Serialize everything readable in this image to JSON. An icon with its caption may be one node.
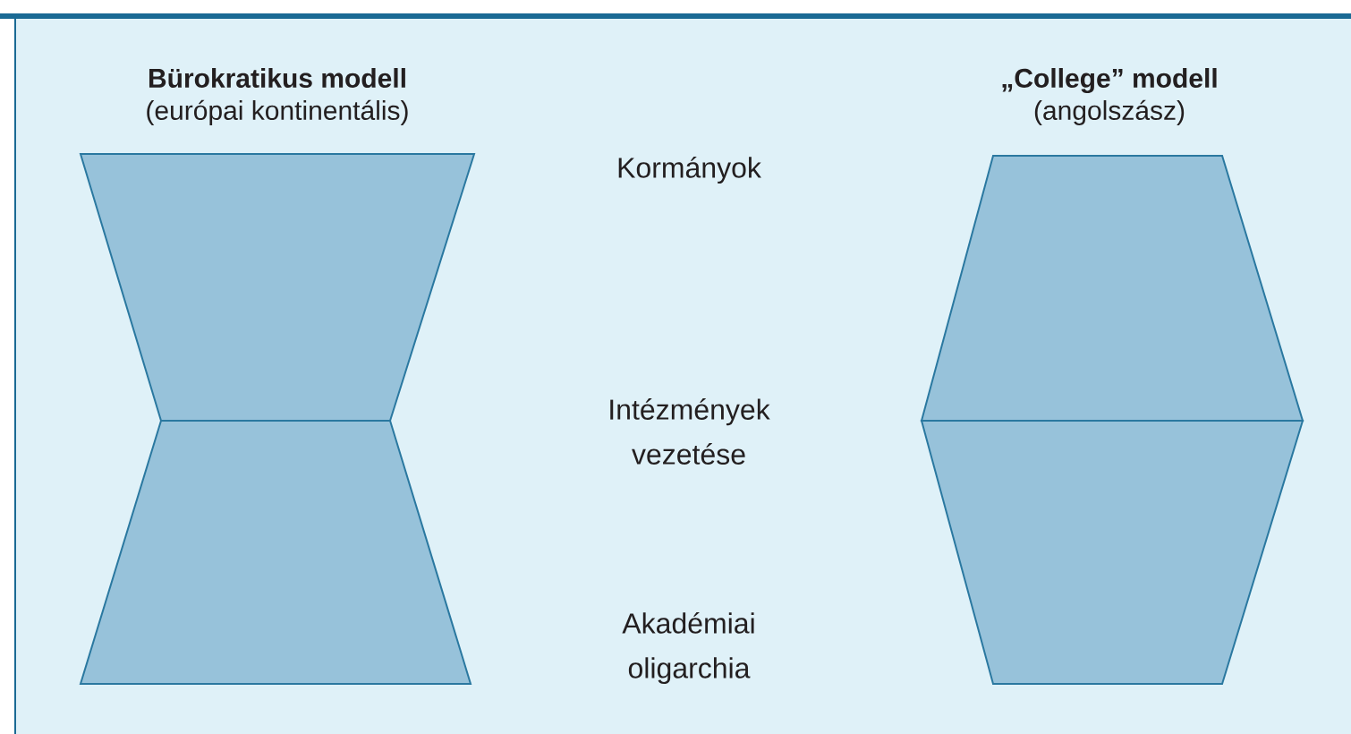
{
  "diagram": {
    "nodes": [
      {
        "text": [
          "Bürokratikus modell",
          "(európai kontinentális)"
        ]
      },
      {
        "text": [
          "„College” modell",
          "(angolszász)"
        ]
      }
    ],
    "labels": [
      "Kormányok",
      "Intézmények vezetése",
      "Akadémiai oligarchia"
    ]
  }
}
